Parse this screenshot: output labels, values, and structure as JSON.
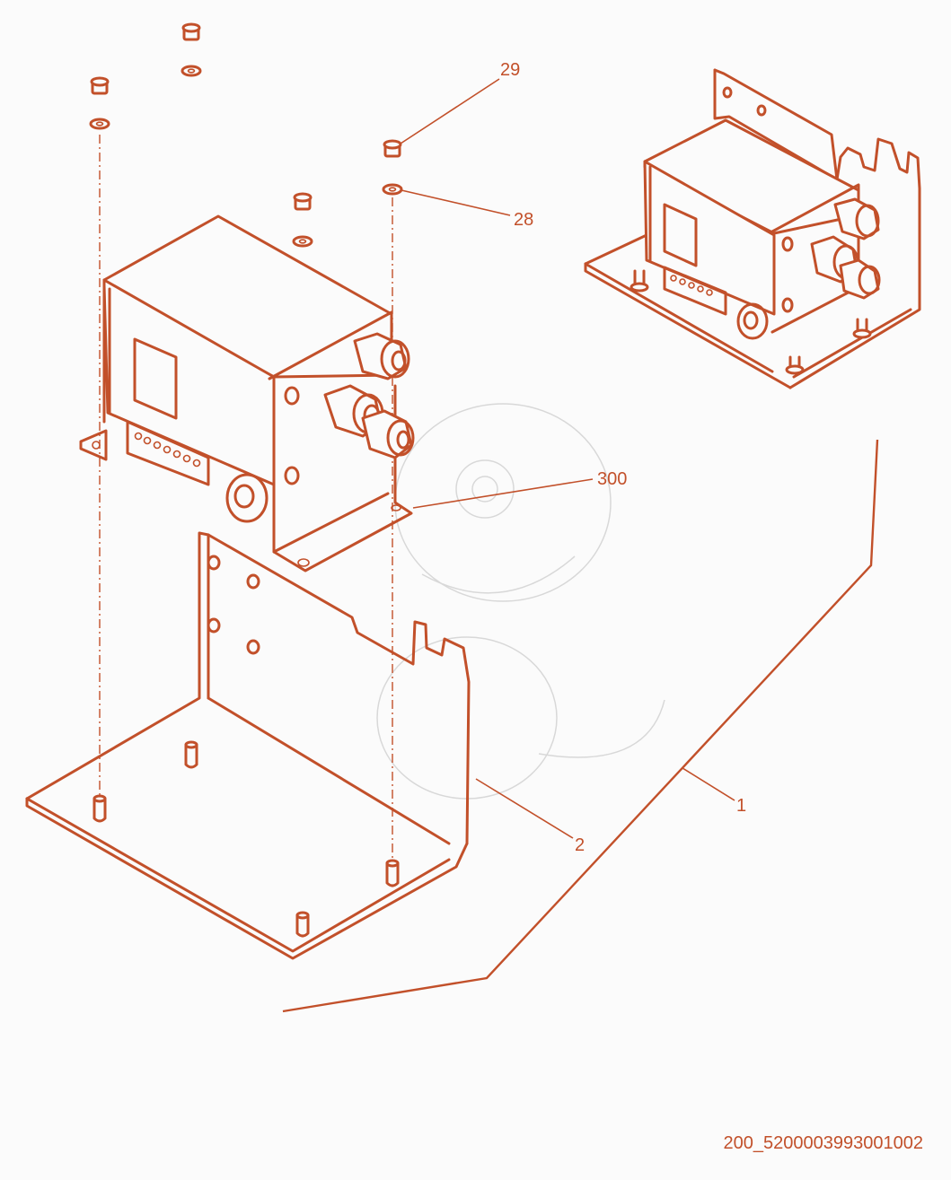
{
  "callouts": {
    "c29": "29",
    "c28": "28",
    "c300": "300",
    "c1": "1",
    "c2": "2"
  },
  "drawing_code": "200_5200003993001002",
  "colors": {
    "line": "#c2502a",
    "background": "#fbfbfb"
  }
}
